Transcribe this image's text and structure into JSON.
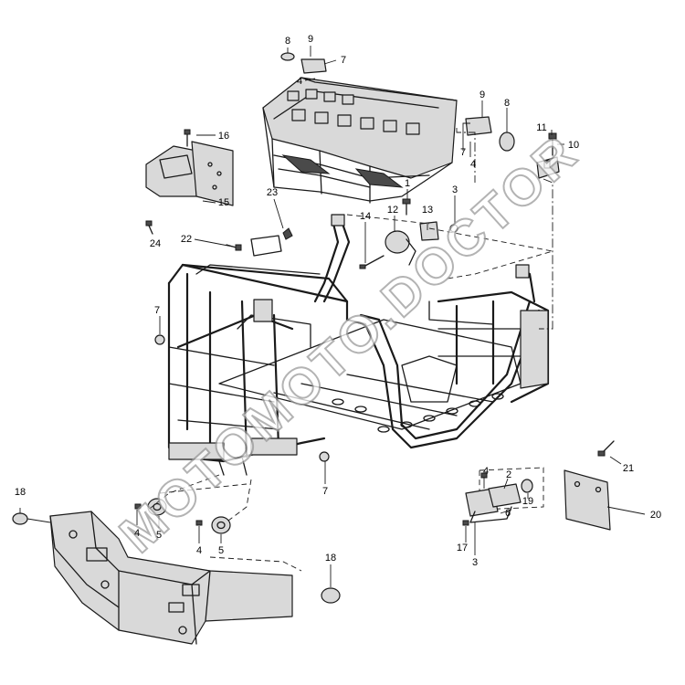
{
  "watermark": "MOTOMOTO.DOCTOR",
  "callouts": [
    {
      "id": "c8a",
      "text": "8"
    },
    {
      "id": "c9a",
      "text": "9"
    },
    {
      "id": "c7a",
      "text": "7"
    },
    {
      "id": "c4a",
      "text": "4"
    },
    {
      "id": "c9b",
      "text": "9"
    },
    {
      "id": "c8b",
      "text": "8"
    },
    {
      "id": "c7b",
      "text": "7"
    },
    {
      "id": "c4b",
      "text": "4"
    },
    {
      "id": "c11",
      "text": "11"
    },
    {
      "id": "c10",
      "text": "10"
    },
    {
      "id": "c16",
      "text": "16"
    },
    {
      "id": "c15",
      "text": "15"
    },
    {
      "id": "c23",
      "text": "23"
    },
    {
      "id": "c24",
      "text": "24"
    },
    {
      "id": "c22",
      "text": "22"
    },
    {
      "id": "c1",
      "text": "1"
    },
    {
      "id": "c3a",
      "text": "3"
    },
    {
      "id": "c14",
      "text": "14"
    },
    {
      "id": "c12",
      "text": "12"
    },
    {
      "id": "c13",
      "text": "13"
    },
    {
      "id": "c7c",
      "text": "7"
    },
    {
      "id": "c7d",
      "text": "7"
    },
    {
      "id": "c18a",
      "text": "18"
    },
    {
      "id": "c4c",
      "text": "4"
    },
    {
      "id": "c5a",
      "text": "5"
    },
    {
      "id": "c4d",
      "text": "4"
    },
    {
      "id": "c5b",
      "text": "5"
    },
    {
      "id": "c18b",
      "text": "18"
    },
    {
      "id": "c4e",
      "text": "4"
    },
    {
      "id": "c2",
      "text": "2"
    },
    {
      "id": "c19",
      "text": "19"
    },
    {
      "id": "c6",
      "text": "6"
    },
    {
      "id": "c17",
      "text": "17"
    },
    {
      "id": "c3b",
      "text": "3"
    },
    {
      "id": "c21",
      "text": "21"
    },
    {
      "id": "c20",
      "text": "20"
    }
  ]
}
